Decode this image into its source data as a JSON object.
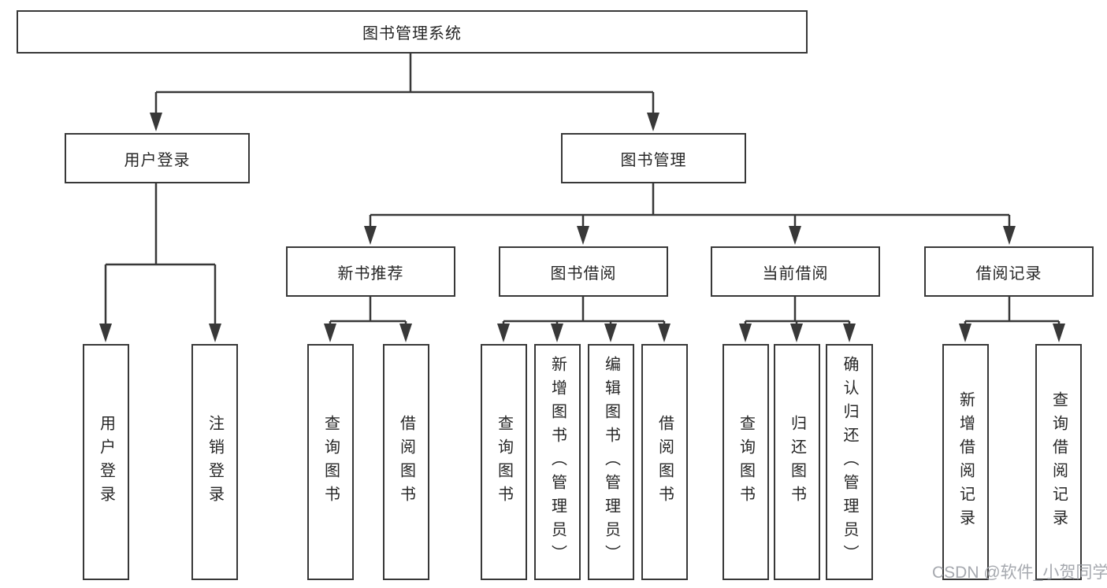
{
  "title": "图书管理系统",
  "tree": {
    "root": "图书管理系统",
    "branches": [
      {
        "label": "用户登录",
        "children": [
          "用户登录",
          "注销登录"
        ]
      },
      {
        "label": "图书管理",
        "children": [
          {
            "label": "新书推荐",
            "children": [
              "查询图书",
              "借阅图书"
            ]
          },
          {
            "label": "图书借阅",
            "children": [
              "查询图书",
              "新增图书（管理员）",
              "编辑图书（管理员）",
              "借阅图书"
            ]
          },
          {
            "label": "当前借阅",
            "children": [
              "查询图书",
              "归还图书",
              "确认归还（管理员）"
            ]
          },
          {
            "label": "借阅记录",
            "children": [
              "新增借阅记录",
              "查询借阅记录"
            ]
          }
        ]
      }
    ]
  },
  "watermark": "CSDN @软件_小贺同学",
  "colors": {
    "line": "#383838",
    "box_border": "#383838",
    "text": "#262626",
    "watermark": "#9ca0a6",
    "background": "#ffffff"
  }
}
